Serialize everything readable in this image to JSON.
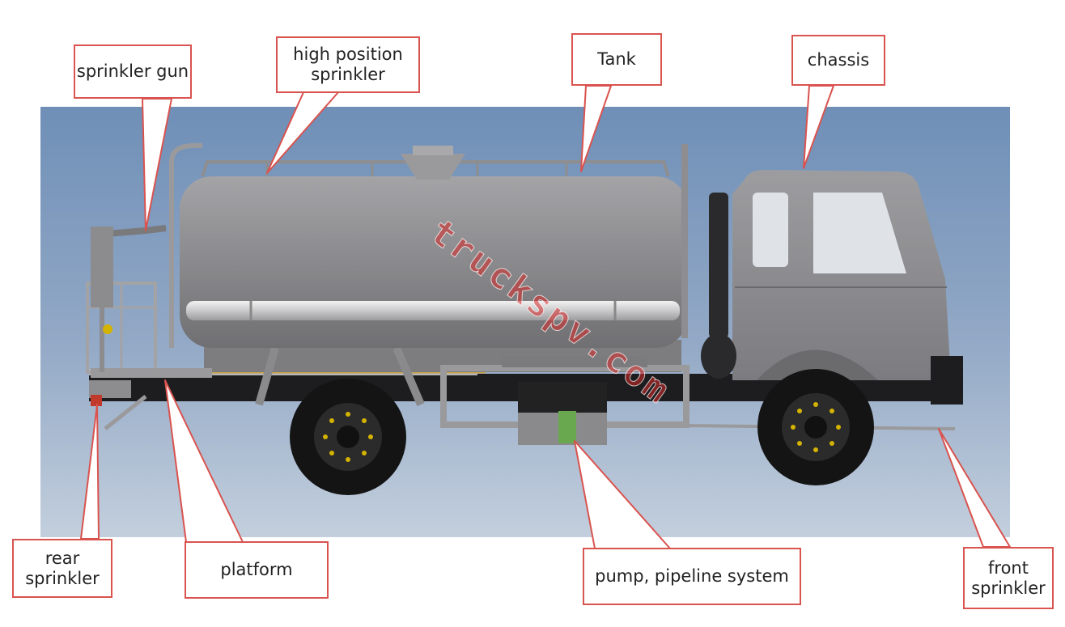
{
  "colors": {
    "callout_border": "#d9534f",
    "background_top": "#6f8fb7",
    "background_bottom": "#c3cfdd",
    "tank": "#8f8f92",
    "watermark": "#d62828"
  },
  "labels": {
    "sprinkler_gun": "sprinkler gun",
    "high_position_sprinkler": "high position\nsprinkler",
    "tank": "Tank",
    "chassis": "chassis",
    "rear_sprinkler": "rear\nsprinkler",
    "platform": "platform",
    "pump_pipeline": "pump, pipeline system",
    "front_sprinkler": "front\nsprinkler"
  },
  "watermark": "truckspv.com"
}
